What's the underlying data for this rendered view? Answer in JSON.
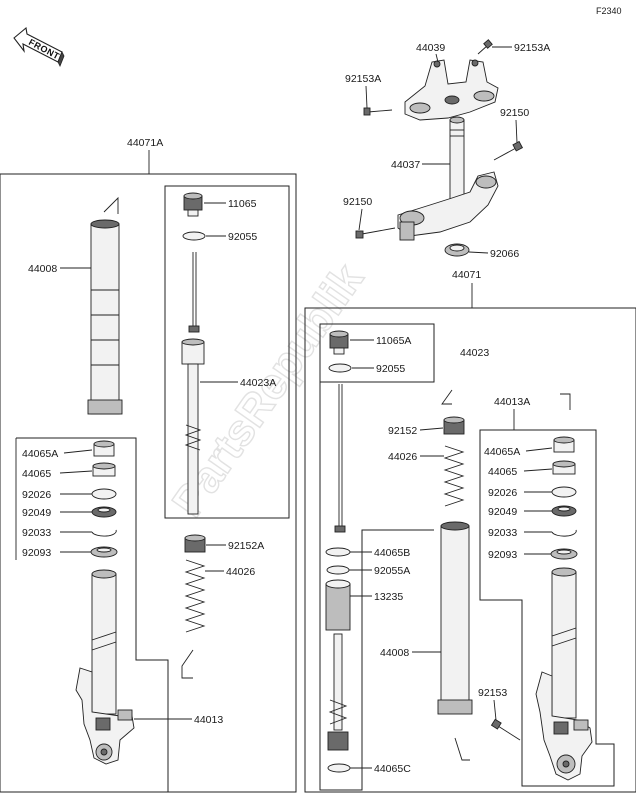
{
  "figure_code": "F2340",
  "front_label": "FRONT",
  "watermark": "PartsRepublik",
  "labels": {
    "p44039": "44039",
    "p92153A_top": "92153A",
    "p92153A_left": "92153A",
    "p92150_right": "92150",
    "p44037": "44037",
    "p92150_left": "92150",
    "p92066": "92066",
    "p44071A": "44071A",
    "p44071": "44071",
    "p44008_left": "44008",
    "p11065": "11065",
    "p92055": "92055",
    "p44023A": "44023A",
    "p44065A_left": "44065A",
    "p44065_left": "44065",
    "p92026_left": "92026",
    "p92049_left": "92049",
    "p92033_left": "92033",
    "p92093_left": "92093",
    "p92152A": "92152A",
    "p44026_left": "44026",
    "p44013": "44013",
    "p11065A": "11065A",
    "p44023": "44023",
    "p92055_right": "92055",
    "p92152": "92152",
    "p44026_right": "44026",
    "p44013A": "44013A",
    "p44065A_right": "44065A",
    "p44065_right": "44065",
    "p92026_right": "92026",
    "p92049_right": "92049",
    "p92033_right": "92033",
    "p92093_right": "92093",
    "p44065B": "44065B",
    "p92055A": "92055A",
    "p13235": "13235",
    "p44008_right": "44008",
    "p92153": "92153",
    "p44065C": "44065C"
  }
}
